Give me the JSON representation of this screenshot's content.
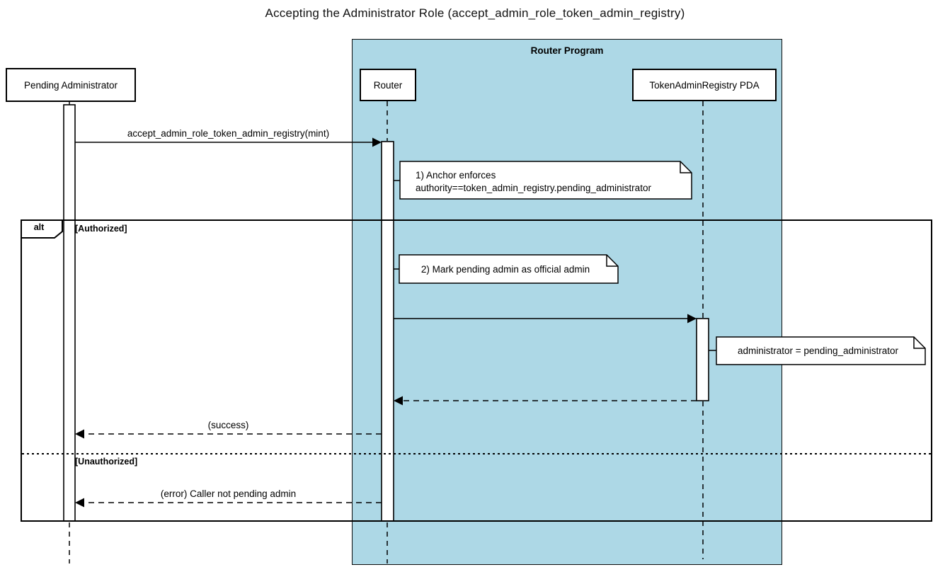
{
  "title": "Accepting the Administrator Role (accept_admin_role_token_admin_registry)",
  "router_program": {
    "label": "Router Program",
    "fill_color": "#add8e6"
  },
  "participants": {
    "pending_admin": {
      "label": "Pending Administrator"
    },
    "router": {
      "label": "Router"
    },
    "pda": {
      "label": "TokenAdminRegistry PDA"
    }
  },
  "messages": {
    "call": {
      "label": "accept_admin_role_token_admin_registry(mint)",
      "type": "solid",
      "from": "pending_admin",
      "to": "router"
    },
    "mark_admin": {
      "label": "",
      "type": "solid",
      "from": "router",
      "to": "pda"
    },
    "pda_return": {
      "label": "",
      "type": "dashed",
      "from": "pda",
      "to": "router"
    },
    "success": {
      "label": "(success)",
      "type": "dashed",
      "from": "router",
      "to": "pending_admin"
    },
    "error": {
      "label": "(error) Caller not pending admin",
      "type": "dashed",
      "from": "router",
      "to": "pending_admin"
    }
  },
  "notes": {
    "anchor_enforces": {
      "line1": "1) Anchor enforces",
      "line2": "authority==token_admin_registry.pending_administrator"
    },
    "mark_pending": {
      "line1": "2) Mark pending admin as official admin"
    },
    "administrator": {
      "line1": "administrator = pending_administrator"
    }
  },
  "alt_frame": {
    "operator": "alt",
    "guard_authorized": "[Authorized]",
    "guard_unauthorized": "[Unauthorized]"
  }
}
